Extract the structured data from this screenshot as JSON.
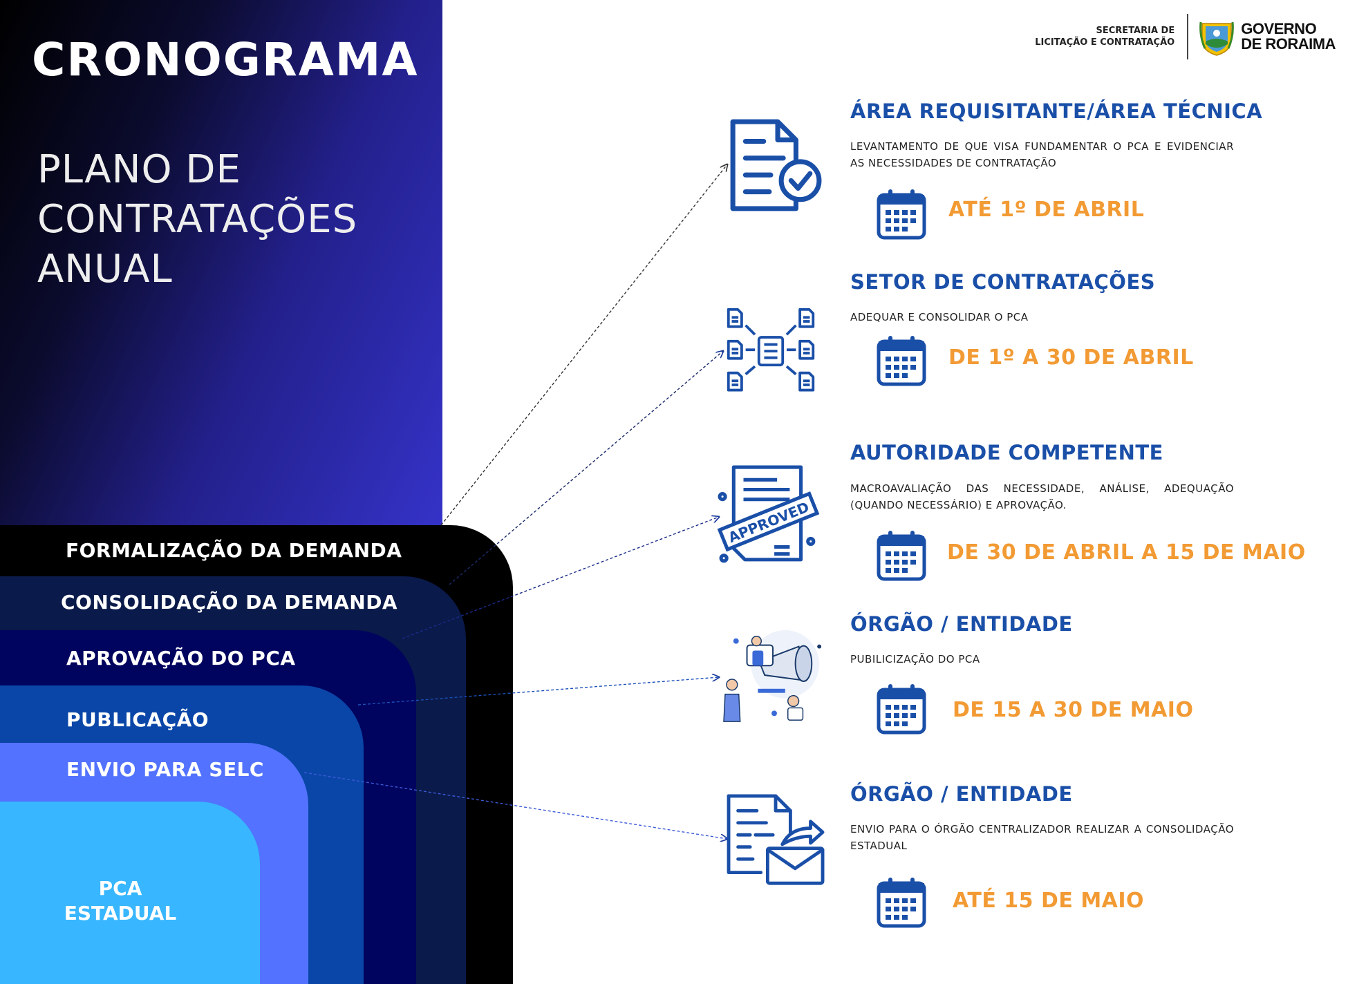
{
  "header": {
    "title": "CRONOGRAMA",
    "subtitle_lines": [
      "PLANO DE",
      "CONTRATAÇÕES",
      "ANUAL"
    ]
  },
  "logo": {
    "secretaria_line1": "SECRETARIA DE",
    "secretaria_line2": "LICITAÇÃO E CONTRATAÇÃO",
    "governo_line1": "GOVERNO",
    "governo_line2": "DE RORAIMA"
  },
  "stages": [
    {
      "label": "FORMALIZAÇÃO DA DEMANDA"
    },
    {
      "label": "CONSOLIDAÇÃO DA DEMANDA"
    },
    {
      "label": "APROVAÇÃO DO PCA"
    },
    {
      "label": "PUBLICAÇÃO"
    },
    {
      "label": "ENVIO PARA SELC"
    }
  ],
  "pca_estadual": {
    "line1": "PCA",
    "line2": "ESTADUAL"
  },
  "steps": [
    {
      "title": "ÁREA REQUISITANTE/ÁREA TÉCNICA",
      "description": "LEVANTAMENTO DE QUE VISA FUNDAMENTAR O PCA E EVIDENCIAR AS NECESSIDADES DE CONTRATAÇÃO",
      "date": "ATÉ 1º DE ABRIL",
      "icon": "document-check-icon"
    },
    {
      "title": "SETOR DE CONTRATAÇÕES",
      "description": "ADEQUAR E CONSOLIDAR O PCA",
      "date": "DE 1º A 30 DE ABRIL",
      "icon": "documents-consolidate-icon"
    },
    {
      "title": "AUTORIDADE COMPETENTE",
      "description": "MACROAVALIAÇÃO DAS NECESSIDADE, ANÁLISE, ADEQUAÇÃO (QUANDO NECESSÁRIO) E APROVAÇÃO.",
      "date": "DE 30 DE ABRIL A 15 DE MAIO",
      "icon": "approved-stamp-icon",
      "stamp_text": "APPROVED"
    },
    {
      "title": "ÓRGÃO / ENTIDADE",
      "description": "PUBILICIZAÇÃO DO PCA",
      "date": "DE 15 A 30 DE MAIO",
      "icon": "megaphone-people-icon"
    },
    {
      "title": "ÓRGÃO / ENTIDADE",
      "description": "ENVIO PARA O ÓRGÃO CENTRALIZADOR REALIZAR A CONSOLIDAÇÃO ESTADUAL",
      "date": "ATÉ 15 DE MAIO",
      "icon": "document-mail-icon"
    }
  ],
  "colors": {
    "step_title": "#1a4fa8",
    "date": "#f29a33",
    "icon_blue": "#1a4fa8",
    "layer_1": "#000000",
    "layer_2": "#0a1a4a",
    "layer_3": "#00045e",
    "layer_4": "#0a46a8",
    "layer_5": "#5272ff",
    "layer_6": "#38b6ff"
  }
}
